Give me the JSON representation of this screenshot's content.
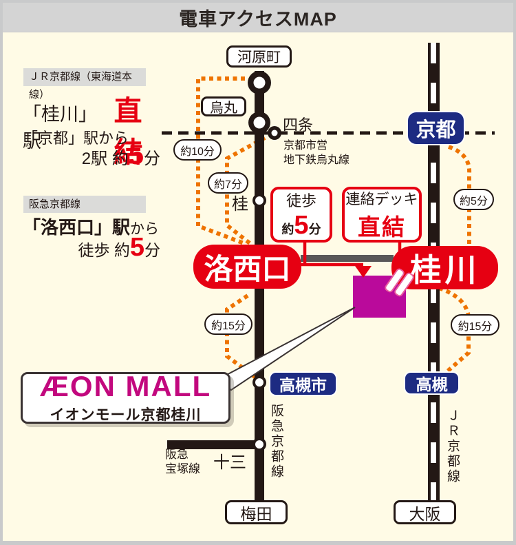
{
  "title": "電車アクセスMAP",
  "info_blocks": [
    {
      "tag": "ＪＲ京都線（東海道本線）",
      "station": "「桂川」駅",
      "direct": "直結",
      "from": "「京都」駅から",
      "detail_prefix": "2駅 約",
      "detail_number": "5",
      "detail_suffix": "分"
    },
    {
      "tag": "阪急京都線",
      "station": "「洛西口」駅",
      "station_suffix": "から",
      "detail_prefix": "徒歩 約",
      "detail_number": "5",
      "detail_suffix": "分"
    }
  ],
  "stations": {
    "kawaramachi": "河原町",
    "karasuma": "烏丸",
    "shijo": "四条",
    "katsura": "桂",
    "kyoto": "京都",
    "rakusaiguchi": "洛西口",
    "katsuragawa": "桂川",
    "takatsukishi": "高槻市",
    "takatsuki": "高槻",
    "juso": "十三",
    "umeda": "梅田",
    "osaka": "大阪"
  },
  "lines": {
    "subway": "京都市営\n地下鉄烏丸線",
    "hankyu_kyoto": "阪急京都線",
    "jr_kyoto": "ＪＲ京都線",
    "hankyu_takarazuka": "阪急\n宝塚線"
  },
  "callouts": {
    "walk": {
      "line1": "徒歩",
      "prefix": "約",
      "number": "5",
      "suffix": "分"
    },
    "deck": {
      "line1": "連絡デッキ",
      "line2": "直結"
    }
  },
  "travel_times": {
    "kawaramachi_to_rakusaiguchi": "約10分",
    "shijo_to_rakusaiguchi": "約7分",
    "rakusaiguchi_to_takatsukishi": "約15分",
    "kyoto_to_katsuragawa": "約5分",
    "katsuragawa_to_takatsuki": "約15分"
  },
  "mall": {
    "logo": "ÆON MALL",
    "name": "イオンモール京都桂川"
  },
  "colors": {
    "accent_red": "#E60012",
    "station_blue": "#1D2B82",
    "route_orange": "#EE7300",
    "mall_magenta": "#C2087E",
    "building_purple": "#BA0A9B",
    "deck_gray": "#595757",
    "line_black": "#231815",
    "background_cream": "#FFFBE6"
  }
}
